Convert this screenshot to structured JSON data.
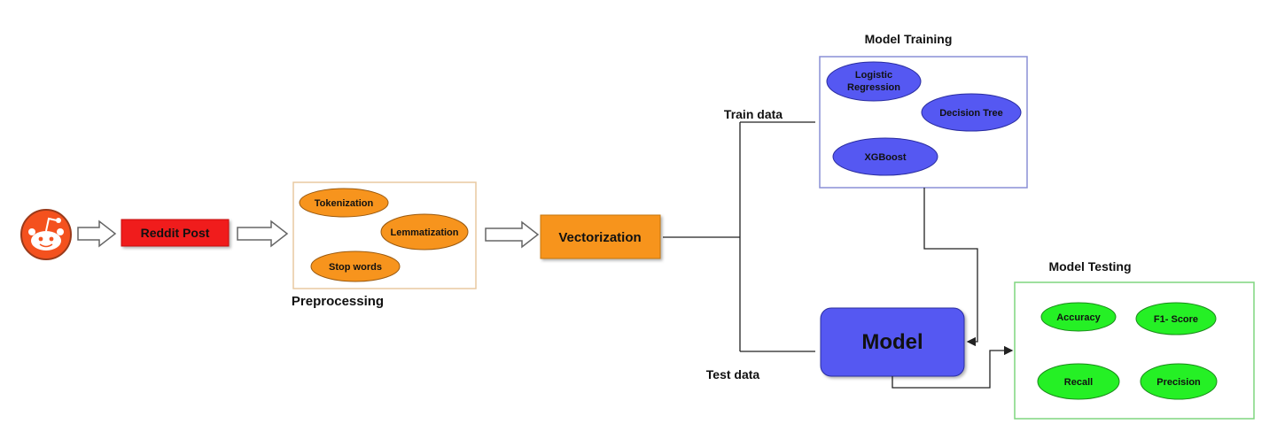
{
  "colors": {
    "reddit_orange": "#F4511E",
    "red_box": "#F01F1F",
    "orange": "#F7941D",
    "orange_ellipse": "#F7941D",
    "blue": "#5558F2",
    "green": "#25F025",
    "box_border_orange": "#E8C9A0",
    "box_border_blue": "#8A8FD6",
    "box_border_green": "#7FD67F"
  },
  "icons": {
    "reddit": "reddit-logo-icon",
    "arrow": "hollow-right-arrow-icon"
  },
  "nodes": {
    "reddit_post": "Reddit Post",
    "vectorization": "Vectorization",
    "model": "Model"
  },
  "preprocessing": {
    "title": "Preprocessing",
    "steps": [
      "Tokenization",
      "Lemmatization",
      "Stop words"
    ]
  },
  "training": {
    "title": "Model Training",
    "models": [
      [
        "Logistic",
        "Regression"
      ],
      [
        "Decision Tree"
      ],
      [
        "XGBoost"
      ]
    ]
  },
  "testing": {
    "title": "Model Testing",
    "metrics": [
      "Accuracy",
      "F1- Score",
      "Recall",
      "Precision"
    ]
  },
  "edges": {
    "train_label": "Train data",
    "test_label": "Test data"
  }
}
